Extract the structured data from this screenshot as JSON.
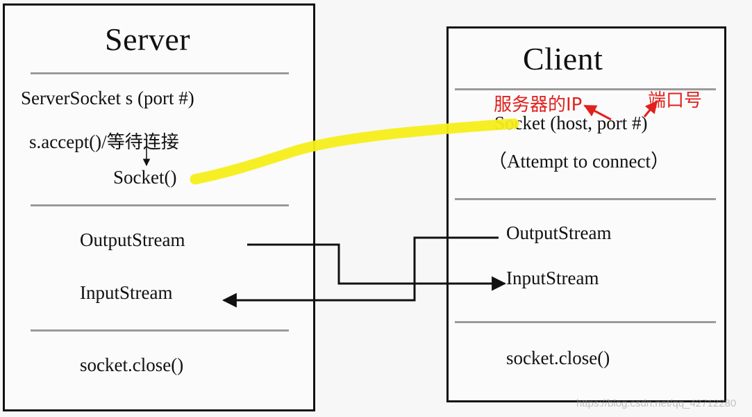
{
  "server": {
    "title": "Server",
    "server_socket": "ServerSocket s (port #)",
    "accept": "s.accept()/",
    "accept_cn": "等待连接",
    "socket": "Socket()",
    "output_stream": "OutputStream",
    "input_stream": "InputStream",
    "close": "socket.close()"
  },
  "client": {
    "title": "Client",
    "socket": "Socket  (host, port #)",
    "attempt": "（Attempt to connect）",
    "output_stream": "OutputStream",
    "input_stream": "InputStream",
    "close": "socket.close()"
  },
  "annotations": {
    "server_ip": "服务器的IP",
    "port_number": "端口号"
  },
  "watermark": "https://blog.csdn.net/qq_42712280",
  "colors": {
    "highlight": "#f5ee1a",
    "annotation": "#e0211d",
    "border": "#111111",
    "divider": "#9a9a9a"
  }
}
